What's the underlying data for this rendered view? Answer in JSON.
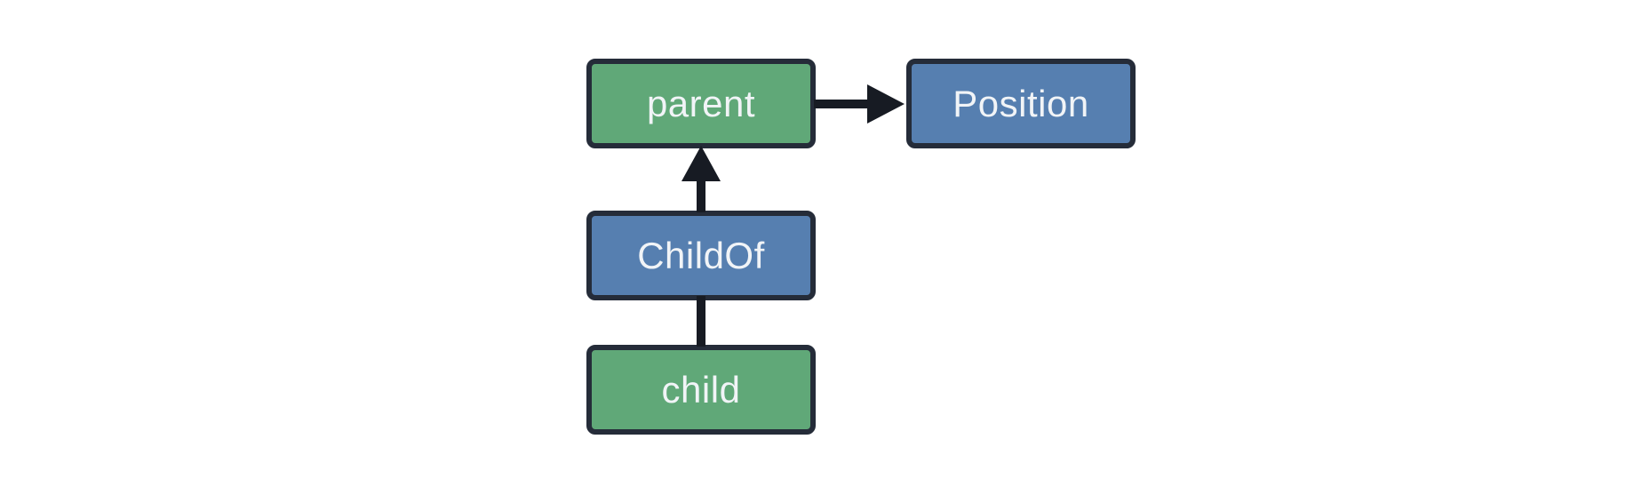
{
  "diagram": {
    "type": "entity-relationship-graph",
    "background": "#ffffff",
    "colors": {
      "entity_green": "#60a878",
      "component_blue": "#567fb0",
      "node_border": "#252c39",
      "arrow": "#171b23",
      "label_text": "#f1f4f7"
    },
    "nodes": [
      {
        "id": "parent",
        "label": "parent",
        "kind": "entity",
        "fill": "green"
      },
      {
        "id": "position",
        "label": "Position",
        "kind": "component",
        "fill": "blue"
      },
      {
        "id": "childof",
        "label": "ChildOf",
        "kind": "relationship",
        "fill": "blue"
      },
      {
        "id": "child",
        "label": "child",
        "kind": "entity",
        "fill": "green"
      }
    ],
    "edges": [
      {
        "from": "parent",
        "to": "position",
        "direction": "right",
        "arrowhead": true
      },
      {
        "from": "childof",
        "to": "parent",
        "direction": "up",
        "arrowhead": true
      },
      {
        "from": "child",
        "to": "childof",
        "direction": "up",
        "arrowhead": false
      }
    ]
  }
}
